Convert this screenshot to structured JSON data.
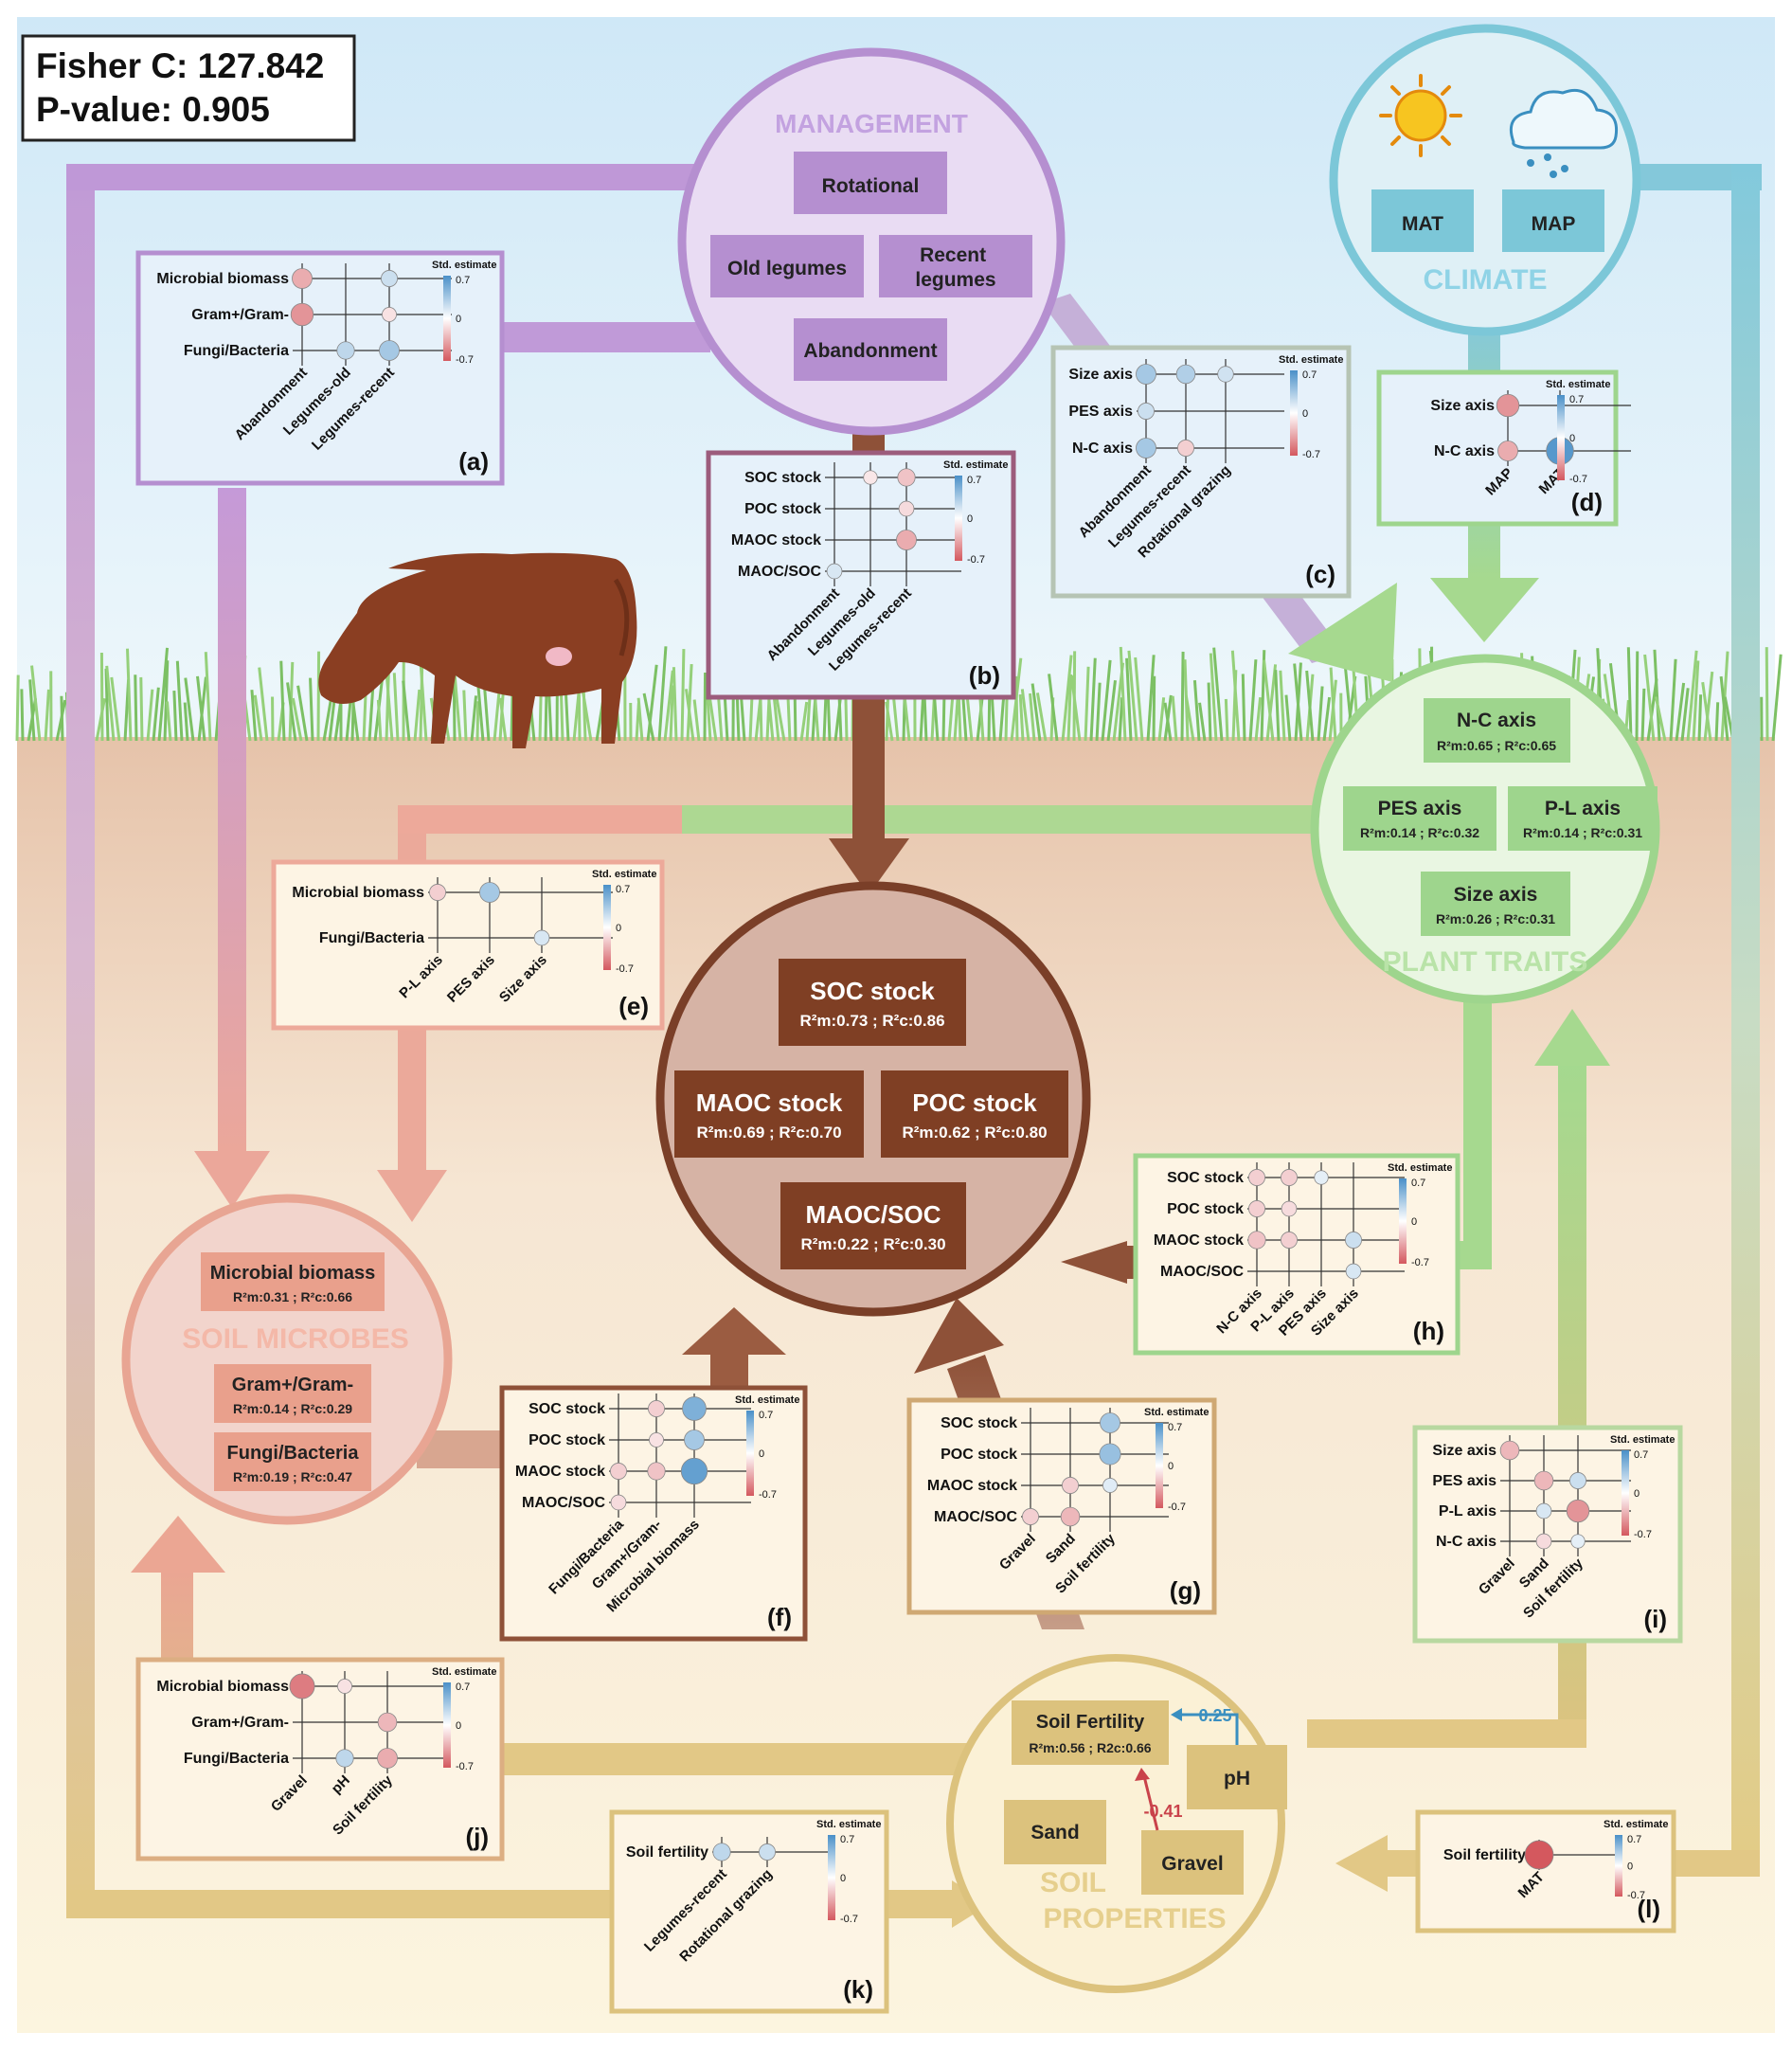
{
  "fit": {
    "label": "Fisher C: 127.842",
    "pvalue": "P-value: 0.905"
  },
  "colors": {
    "management": "#b58fd0",
    "climate": "#7cc7d8",
    "plant": "#9ed58d",
    "microbes": "#e8a593",
    "carbon": "#8b4a30",
    "soil": "#dcc27d",
    "sky": "#dff0fa",
    "ground_top": "#e8c6ae",
    "ground_bottom": "#fbf3de",
    "positive": "#4a90c8",
    "negative": "#d4585e"
  },
  "management": {
    "title": "MANAGEMENT",
    "items": [
      "Rotational",
      "Old legumes",
      "Recent legumes",
      "Abandonment"
    ]
  },
  "climate": {
    "title": "CLIMATE",
    "items": [
      "MAT",
      "MAP"
    ]
  },
  "plant_traits": {
    "title": "PLANT TRAITS",
    "items": [
      {
        "name": "N-C axis",
        "r2": "R²m:0.65 ; R²c:0.65"
      },
      {
        "name": "PES axis",
        "r2": "R²m:0.14 ; R²c:0.32"
      },
      {
        "name": "P-L axis",
        "r2": "R²m:0.14 ; R²c:0.31"
      },
      {
        "name": "Size axis",
        "r2": "R²m:0.26 ; R²c:0.31"
      }
    ]
  },
  "carbon": {
    "items": [
      {
        "name": "SOC stock",
        "r2": "R²m:0.73 ; R²c:0.86"
      },
      {
        "name": "MAOC stock",
        "r2": "R²m:0.69 ; R²c:0.70"
      },
      {
        "name": "POC stock",
        "r2": "R²m:0.62 ; R²c:0.80"
      },
      {
        "name": "MAOC/SOC",
        "r2": "R²m:0.22 ; R²c:0.30"
      }
    ]
  },
  "microbes": {
    "title": "SOIL MICROBES",
    "items": [
      {
        "name": "Microbial biomass",
        "r2": "R²m:0.31 ; R²c:0.66"
      },
      {
        "name": "Gram+/Gram-",
        "r2": "R²m:0.14 ; R²c:0.29"
      },
      {
        "name": "Fungi/Bacteria",
        "r2": "R²m:0.19 ; R²c:0.47"
      }
    ]
  },
  "soil": {
    "title_line1": "SOIL",
    "title_line2": "PROPERTIES",
    "fertility": "Soil Fertility",
    "fertility_r2": "R²m:0.56 ; R2c:0.66",
    "items": [
      "pH",
      "Sand",
      "Gravel"
    ],
    "ph_effect": "0.25",
    "gravel_effect": "-0.41"
  },
  "legend": {
    "title": "Std. estimate",
    "max": "0.7",
    "mid": "0",
    "min": "-0.7"
  },
  "panels": [
    {
      "id": "a",
      "label": "(a)",
      "rows": [
        "Microbial biomass",
        "Gram+/Gram-",
        "Fungi/Bacteria"
      ],
      "cols": [
        "Abandonment",
        "Legumes-old",
        "Legumes-recent"
      ],
      "cells": [
        [
          0,
          0,
          -0.35
        ],
        [
          1,
          0,
          -0.45
        ],
        [
          0,
          2,
          0.2
        ],
        [
          1,
          2,
          -0.12
        ],
        [
          2,
          1,
          0.25
        ],
        [
          2,
          2,
          0.35
        ]
      ]
    },
    {
      "id": "b",
      "label": "(b)",
      "rows": [
        "SOC stock",
        "POC stock",
        "MAOC stock",
        "MAOC/SOC"
      ],
      "cols": [
        "Abandonment",
        "Legumes-old",
        "Legumes-recent"
      ],
      "cells": [
        [
          0,
          1,
          -0.1
        ],
        [
          0,
          2,
          -0.25
        ],
        [
          1,
          2,
          -0.15
        ],
        [
          2,
          2,
          -0.35
        ],
        [
          3,
          0,
          0.15
        ]
      ]
    },
    {
      "id": "c",
      "label": "(c)",
      "rows": [
        "Size axis",
        "PES axis",
        "N-C axis"
      ],
      "cols": [
        "Abandonment",
        "Legumes-recent",
        "Rotational grazing"
      ],
      "cells": [
        [
          0,
          0,
          0.35
        ],
        [
          0,
          1,
          0.3
        ],
        [
          0,
          2,
          0.18
        ],
        [
          1,
          0,
          0.2
        ],
        [
          2,
          0,
          0.35
        ],
        [
          2,
          1,
          -0.2
        ]
      ]
    },
    {
      "id": "d",
      "label": "(d)",
      "rows": [
        "Size axis",
        "N-C axis"
      ],
      "cols": [
        "MAP",
        "MAT"
      ],
      "cells": [
        [
          0,
          0,
          -0.45
        ],
        [
          1,
          0,
          -0.35
        ],
        [
          1,
          1,
          0.65
        ]
      ]
    },
    {
      "id": "e",
      "label": "(e)",
      "rows": [
        "Microbial biomass",
        "Fungi/Bacteria"
      ],
      "cols": [
        "P-L axis",
        "PES axis",
        "Size axis"
      ],
      "cells": [
        [
          0,
          0,
          -0.2
        ],
        [
          0,
          1,
          0.35
        ],
        [
          1,
          2,
          0.15
        ]
      ]
    },
    {
      "id": "f",
      "label": "(f)",
      "rows": [
        "SOC stock",
        "POC stock",
        "MAOC stock",
        "MAOC/SOC"
      ],
      "cols": [
        "Fungi/Bacteria",
        "Gram+/Gram-",
        "Microbial biomass"
      ],
      "cells": [
        [
          0,
          1,
          -0.2
        ],
        [
          0,
          2,
          0.5
        ],
        [
          1,
          1,
          -0.12
        ],
        [
          1,
          2,
          0.35
        ],
        [
          2,
          0,
          -0.2
        ],
        [
          2,
          1,
          -0.25
        ],
        [
          2,
          2,
          0.6
        ],
        [
          3,
          0,
          -0.15
        ]
      ]
    },
    {
      "id": "g",
      "label": "(g)",
      "rows": [
        "SOC stock",
        "POC stock",
        "MAOC stock",
        "MAOC/SOC"
      ],
      "cols": [
        "Gravel",
        "Sand",
        "Soil fertility"
      ],
      "cells": [
        [
          0,
          2,
          0.35
        ],
        [
          1,
          2,
          0.4
        ],
        [
          2,
          1,
          -0.2
        ],
        [
          2,
          2,
          0.12
        ],
        [
          3,
          0,
          -0.2
        ],
        [
          3,
          1,
          -0.3
        ]
      ]
    },
    {
      "id": "h",
      "label": "(h)",
      "rows": [
        "SOC stock",
        "POC stock",
        "MAOC stock",
        "MAOC/SOC"
      ],
      "cols": [
        "N-C axis",
        "P-L axis",
        "PES axis",
        "Size axis"
      ],
      "cells": [
        [
          0,
          0,
          -0.2
        ],
        [
          0,
          1,
          -0.2
        ],
        [
          0,
          2,
          0.1
        ],
        [
          1,
          0,
          -0.2
        ],
        [
          1,
          1,
          -0.15
        ],
        [
          2,
          0,
          -0.25
        ],
        [
          2,
          1,
          -0.2
        ],
        [
          2,
          3,
          0.2
        ],
        [
          3,
          3,
          0.15
        ]
      ]
    },
    {
      "id": "i",
      "label": "(i)",
      "rows": [
        "Size axis",
        "PES axis",
        "P-L axis",
        "N-C axis"
      ],
      "cols": [
        "Gravel",
        "Sand",
        "Soil fertility"
      ],
      "cells": [
        [
          0,
          0,
          -0.3
        ],
        [
          1,
          1,
          -0.3
        ],
        [
          1,
          2,
          0.2
        ],
        [
          2,
          1,
          0.15
        ],
        [
          2,
          2,
          -0.45
        ],
        [
          3,
          1,
          -0.15
        ],
        [
          3,
          2,
          0.1
        ]
      ]
    },
    {
      "id": "j",
      "label": "(j)",
      "rows": [
        "Microbial biomass",
        "Gram+/Gram-",
        "Fungi/Bacteria"
      ],
      "cols": [
        "Gravel",
        "pH",
        "Soil fertility"
      ],
      "cells": [
        [
          0,
          0,
          -0.55
        ],
        [
          0,
          1,
          -0.12
        ],
        [
          1,
          2,
          -0.3
        ],
        [
          2,
          1,
          0.25
        ],
        [
          2,
          2,
          -0.35
        ]
      ]
    },
    {
      "id": "k",
      "label": "(k)",
      "rows": [
        "Soil fertility"
      ],
      "cols": [
        "Legumes-recent",
        "Rotational grazing"
      ],
      "cells": [
        [
          0,
          0,
          0.25
        ],
        [
          0,
          1,
          0.2
        ]
      ]
    },
    {
      "id": "l",
      "label": "(l)",
      "rows": [
        "Soil fertility"
      ],
      "cols": [
        "MAT"
      ],
      "cells": [
        [
          0,
          0,
          -0.7
        ]
      ]
    }
  ]
}
